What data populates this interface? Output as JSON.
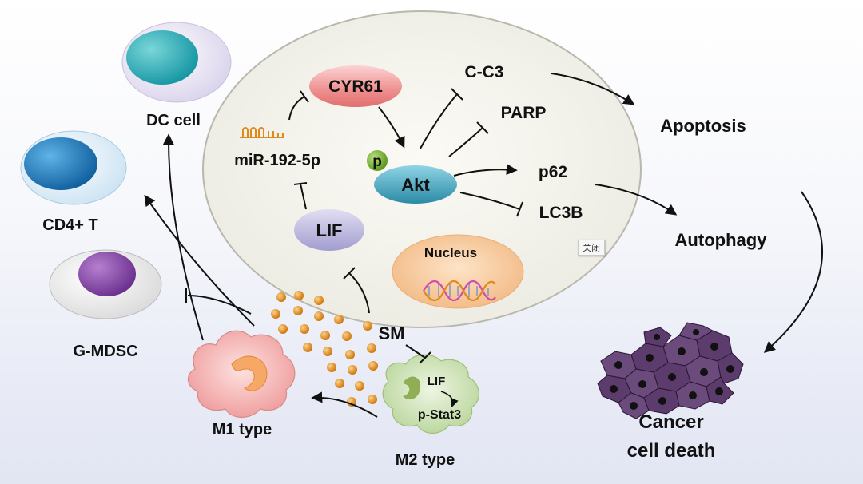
{
  "labels": {
    "dc_cell": "DC cell",
    "cd4_t": "CD4+ T",
    "g_mdsc": "G-MDSC",
    "m1_type": "M1 type",
    "m2_type": "M2 type",
    "sm": "SM",
    "cyr61": "CYR61",
    "mir": "miR-192-5p",
    "lif": "LIF",
    "p": "p",
    "akt": "Akt",
    "cc3": "C-C3",
    "parp": "PARP",
    "p62": "p62",
    "lc3b": "LC3B",
    "nucleus": "Nucleus",
    "apoptosis": "Apoptosis",
    "autophagy": "Autophagy",
    "cancer_line1": "Cancer",
    "cancer_line2": "cell death",
    "m2_lif": "LIF",
    "m2_pstat3": "p-Stat3"
  },
  "overlay": {
    "close_label": "关闭"
  },
  "colors": {
    "cyr61": "#ef8f8f",
    "lif": "#b6b3da",
    "akt": "#3d9db6",
    "p_badge": "#7fb13a",
    "nucleus": "#f6c89c",
    "sm_particle": "#e28a1f",
    "cancer_cell": "#5c3c6c",
    "m1_cell": "#f3a7a7",
    "m2_cell": "#c7dcae",
    "dc_nucleus": "#35b4bd",
    "cd4_nucleus": "#1f7fc5",
    "mdsc_nucleus": "#8446a8"
  }
}
